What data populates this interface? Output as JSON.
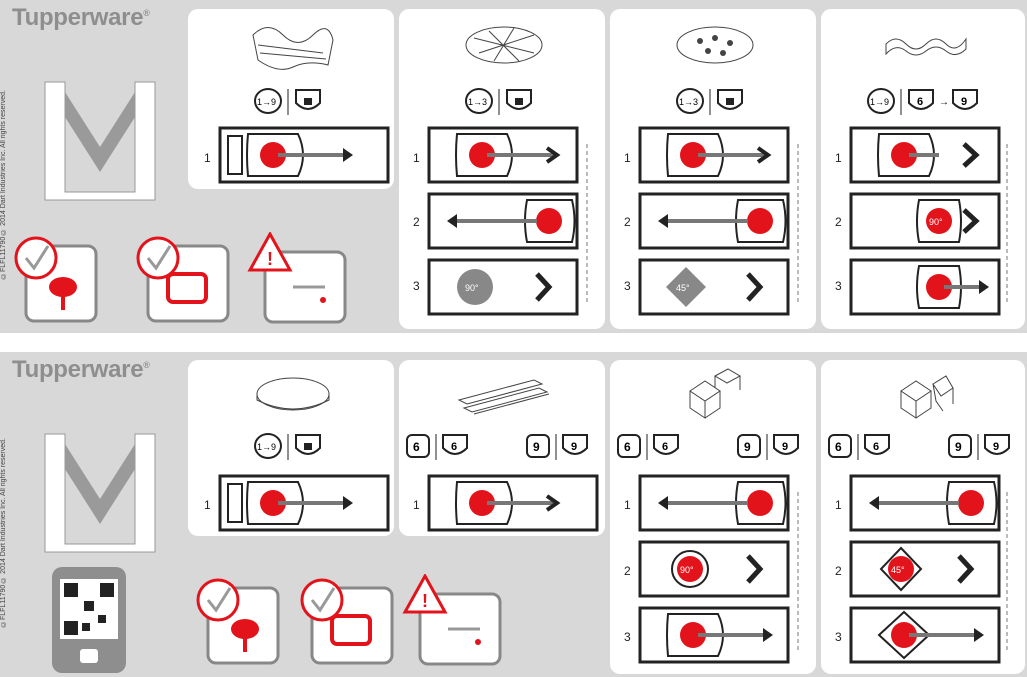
{
  "brand": {
    "name": "Tupperware",
    "mark": "®"
  },
  "copyright": {
    "top": "©FLFL11790  © 2014 Dart Industries Inc. All rights reserved.",
    "bottom": "©FLFL11790  © 2014 Dart Industries Inc. All rights reserved."
  },
  "top": {
    "panels": [
      {
        "id": "wavy",
        "badge": "1→9",
        "steps": [
          "1"
        ]
      },
      {
        "id": "waffle",
        "badge": "1→3",
        "steps": [
          "1",
          "2",
          "3"
        ],
        "rotation": "90°"
      },
      {
        "id": "waffle-alt",
        "badge": "1→3",
        "steps": [
          "1",
          "2",
          "3"
        ],
        "rotation": "45°"
      },
      {
        "id": "crinkle-strip",
        "badge": "1→9",
        "badge2": "6",
        "badge3": "9",
        "steps": [
          "1",
          "2",
          "3"
        ],
        "rotation": "90°"
      }
    ]
  },
  "bottom": {
    "panels": [
      {
        "id": "slice",
        "badge": "1→9",
        "steps": [
          "1"
        ]
      },
      {
        "id": "sticks",
        "badges": [
          "6",
          "6",
          "9",
          "9"
        ],
        "steps": [
          "1"
        ]
      },
      {
        "id": "cubes",
        "badges": [
          "6",
          "6",
          "9",
          "9"
        ],
        "steps": [
          "1",
          "2",
          "3"
        ],
        "rotation": "90°"
      },
      {
        "id": "cubes-alt",
        "badges": [
          "6",
          "6",
          "9",
          "9"
        ],
        "steps": [
          "1",
          "2",
          "3"
        ],
        "rotation": "45°"
      }
    ]
  },
  "colors": {
    "accent": "#e3131b",
    "gray": "#8e8e8e",
    "panel": "#ffffff",
    "strip": "#d8d8d8"
  }
}
